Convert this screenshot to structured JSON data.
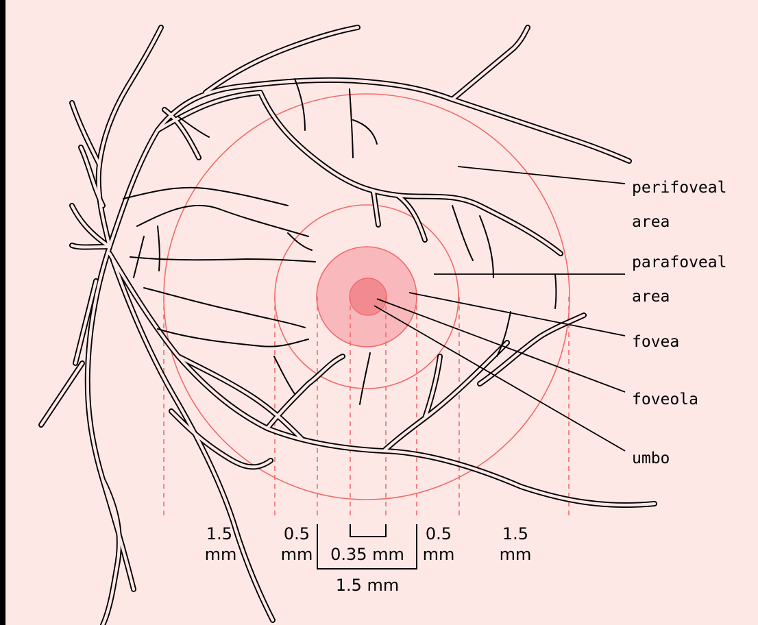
{
  "colors": {
    "background": "#fde8e6",
    "ring": "#f26a6a",
    "fovea_fill": "#f8b8bc",
    "foveola_fill": "#f28b91",
    "ink": "#000000"
  },
  "labels": {
    "perifoveal_line1": "perifoveal",
    "perifoveal_line2": "area",
    "parafoveal_line1": "parafoveal",
    "parafoveal_line2": "area",
    "fovea": "fovea",
    "foveola": "foveola",
    "umbo": "umbo"
  },
  "measurements": {
    "left_outer_value": "1.5",
    "left_outer_unit": "mm",
    "left_inner_value": "0.5",
    "left_inner_unit": "mm",
    "center": "0.35 mm",
    "right_inner_value": "0.5",
    "right_inner_unit": "mm",
    "right_outer_value": "1.5",
    "right_outer_unit": "mm",
    "fovea_width": "1.5 mm"
  }
}
